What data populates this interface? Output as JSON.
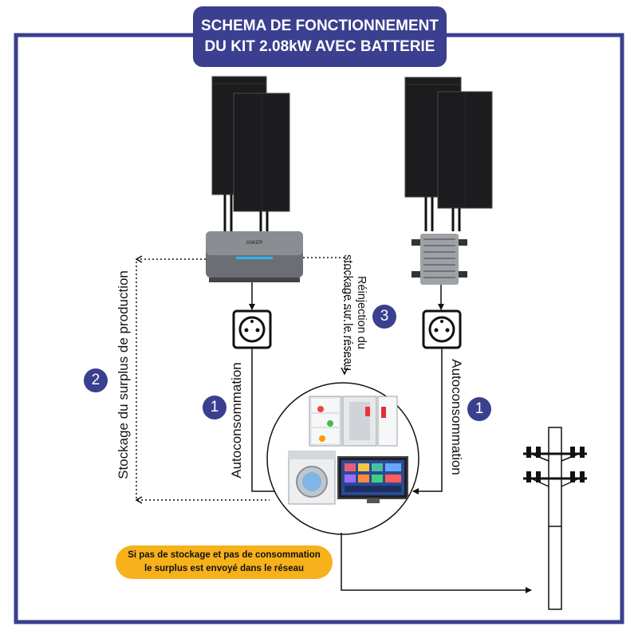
{
  "title": {
    "line1": "SCHEMA DE FONCTIONNEMENT",
    "line2": "DU KIT 2.08kW AVEC BATTERIE"
  },
  "labels": {
    "stockage": "Stockage du surplus de production",
    "autoconso_left": "Autoconsommation",
    "autoconso_right": "Autoconsommation",
    "reinjection_line1": "Réinjection du",
    "reinjection_line2": "stockage sur le réseau"
  },
  "badges": {
    "left_autoconso": "1",
    "stockage": "2",
    "reinjection": "3",
    "right_autoconso": "1"
  },
  "battery_brand": "ANKER",
  "note": {
    "line1": "Si pas de stockage et pas de consommation",
    "line2": "le surplus est envoyé dans le réseau"
  },
  "colors": {
    "frame": "#3b3f8f",
    "badge": "#3b3f8f",
    "note": "#f6b11b",
    "panel": "#1c1c1e"
  }
}
